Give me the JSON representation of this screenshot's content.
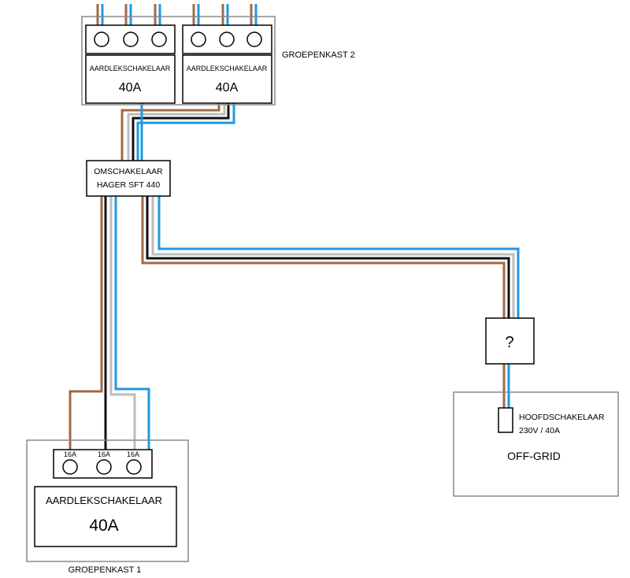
{
  "colors": {
    "brown": "#a0694a",
    "blue": "#1e9ae0",
    "black": "#111111",
    "grey": "#bdbdbd",
    "box_stroke": "#888888",
    "line": "#000000"
  },
  "groepenkast2": {
    "title": "GROEPENKAST 2",
    "left_breaker": {
      "name": "AARDLEKSCHAKELAAR",
      "rating": "40A"
    },
    "right_breaker": {
      "name": "AARDLEKSCHAKELAAR",
      "rating": "40A"
    }
  },
  "omschakelaar": {
    "line1": "OMSCHAKELAAR",
    "line2": "HAGER SFT 440"
  },
  "unknown_box": {
    "symbol": "?"
  },
  "offgrid": {
    "switch_line1": "HOOFDSCHAKELAAR",
    "switch_line2": "230V / 40A",
    "title": "OFF-GRID"
  },
  "groepenkast1": {
    "title": "GROEPENKAST 1",
    "fuses": [
      "16A",
      "16A",
      "16A"
    ],
    "breaker": {
      "name": "AARDLEKSCHAKELAAR",
      "rating": "40A"
    }
  }
}
